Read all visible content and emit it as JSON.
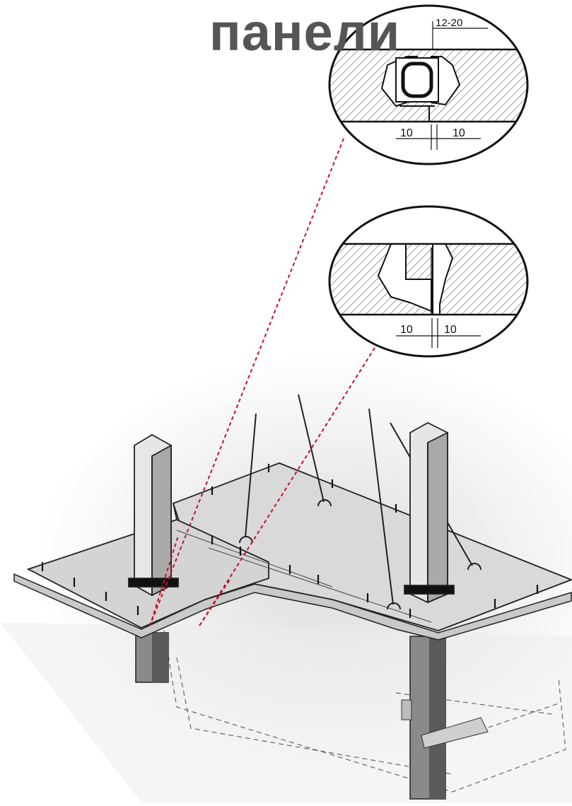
{
  "title": "панели",
  "detail_top": {
    "gap_label": "12-20",
    "left_dim": "10",
    "right_dim": "10"
  },
  "detail_bottom": {
    "left_dim": "10",
    "right_dim": "10"
  },
  "colors": {
    "background": "#ffffff",
    "title": "#555555",
    "leader_lines": "#c8102e",
    "slab_top": "#d9d9d9",
    "ink": "#222222"
  }
}
